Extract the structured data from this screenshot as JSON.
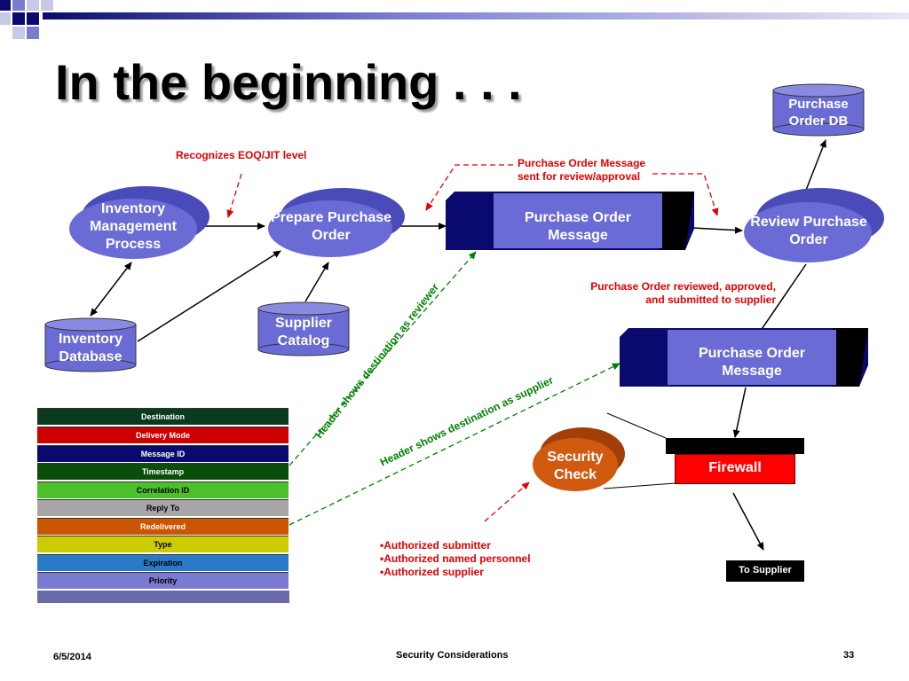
{
  "title": "In the beginning . . .",
  "nodes": {
    "inventory_process": "Inventory Management Process",
    "prepare_po": "Prepare Purchase Order",
    "review_po": "Review Purchase Order",
    "security_check": "Security Check"
  },
  "databases": {
    "purchase_order_db": "Purchase Order DB",
    "inventory_db": "Inventory Database",
    "supplier_catalog": "Supplier Catalog"
  },
  "messages": {
    "po_message_1": "Purchase Order Message",
    "po_message_2": "Purchase Order Message"
  },
  "firewall": "Firewall",
  "to_supplier": "To Supplier",
  "annotations": {
    "eoq": "Recognizes EOQ/JIT level",
    "sent_for_review": "Purchase Order Message sent for review/approval",
    "reviewed": "Purchase Order reviewed, approved, and submitted to supplier",
    "header_reviewer": "Header shows destination as reviewer",
    "header_supplier": "Header shows destination as supplier",
    "auth_list": [
      "•Authorized submitter",
      "•Authorized named personnel",
      "•Authorized supplier"
    ]
  },
  "header_fields": [
    {
      "label": "Destination",
      "bg": "#0b3b1f",
      "fg": "#ffffff"
    },
    {
      "label": "Delivery Mode",
      "bg": "#cc0000",
      "fg": "#ffffff"
    },
    {
      "label": "Message ID",
      "bg": "#0a0a6e",
      "fg": "#ffffff"
    },
    {
      "label": "Timestamp",
      "bg": "#0b4d0b",
      "fg": "#ffffff"
    },
    {
      "label": "Correlation ID",
      "bg": "#4cc02a",
      "fg": "#000000"
    },
    {
      "label": "Reply To",
      "bg": "#a6a6a6",
      "fg": "#000000"
    },
    {
      "label": "Redelivered",
      "bg": "#cc5500",
      "fg": "#ffffff"
    },
    {
      "label": "Type",
      "bg": "#cccc00",
      "fg": "#000000"
    },
    {
      "label": "Expiration",
      "bg": "#2a7ac8",
      "fg": "#000000"
    },
    {
      "label": "Priority",
      "bg": "#7a7ad0",
      "fg": "#000000"
    }
  ],
  "footer": {
    "date": "6/5/2014",
    "center": "Security Considerations",
    "page": "33"
  },
  "colors": {
    "node": "#6b6bd6",
    "node_shadow": "#4a4ab8",
    "navy": "#0a0a6e",
    "firewall_red": "#ff0000",
    "annotation_red": "#e00000",
    "green": "#008000",
    "security_orange": "#d05a10"
  }
}
